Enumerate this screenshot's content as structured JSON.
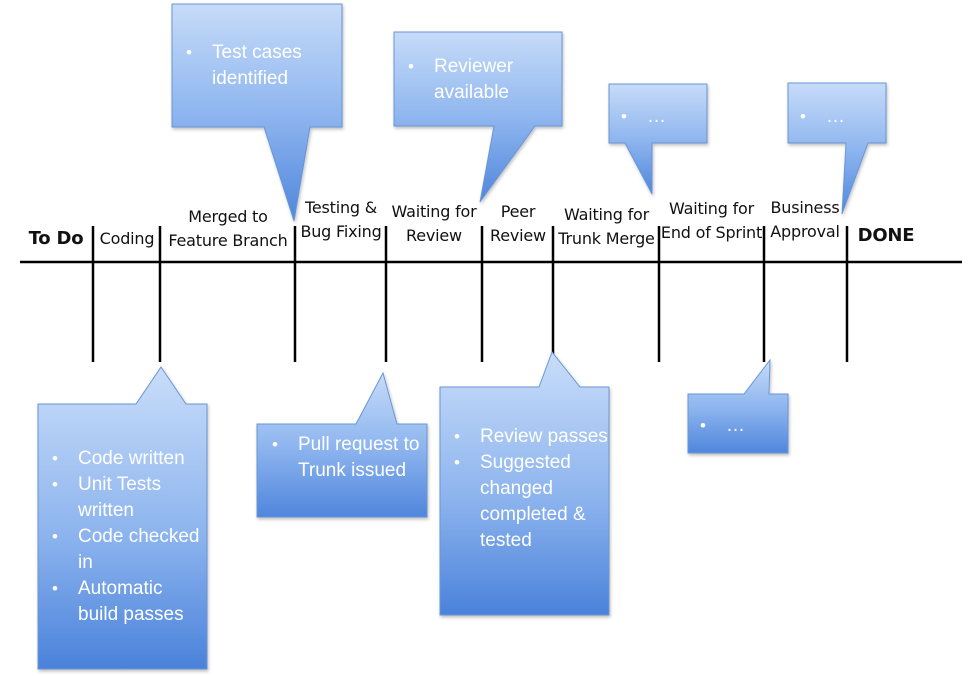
{
  "colors": {
    "callout_top": "#c6dbf8",
    "callout_mid": "#8fb6ef",
    "callout_bottom": "#4f86dc",
    "callout_border": "#6b96d6",
    "text_on_callout": "#ffffff",
    "line": "#000000"
  },
  "stages": [
    {
      "id": "todo",
      "lines": [
        "To Do"
      ],
      "bold": true
    },
    {
      "id": "coding",
      "lines": [
        "Coding"
      ]
    },
    {
      "id": "merged",
      "lines": [
        "Merged to",
        "Feature Branch"
      ]
    },
    {
      "id": "testing",
      "lines": [
        "Testing &",
        "Bug Fixing"
      ]
    },
    {
      "id": "waiting-review",
      "lines": [
        "Waiting for",
        "Review"
      ]
    },
    {
      "id": "peer-review",
      "lines": [
        "Peer",
        "Review"
      ]
    },
    {
      "id": "waiting-trunk",
      "lines": [
        "Waiting for",
        "Trunk Merge"
      ]
    },
    {
      "id": "waiting-sprint",
      "lines": [
        "Waiting for",
        "End of Sprint"
      ]
    },
    {
      "id": "business",
      "lines": [
        "Business",
        "Approval"
      ]
    },
    {
      "id": "done",
      "lines": [
        "DONE"
      ],
      "bold": true
    }
  ],
  "callouts": [
    {
      "id": "test-cases",
      "items": [
        "Test cases identified"
      ]
    },
    {
      "id": "reviewer",
      "items": [
        "Reviewer available"
      ]
    },
    {
      "id": "trunk-merge",
      "items": [
        "…"
      ]
    },
    {
      "id": "business-approval",
      "items": [
        "…"
      ]
    },
    {
      "id": "coding",
      "items": [
        "Code written",
        "Unit Tests written",
        "Code checked in",
        "Automatic build passes"
      ]
    },
    {
      "id": "pull-request",
      "items": [
        "Pull request to Trunk issued"
      ]
    },
    {
      "id": "review",
      "items": [
        "Review passes",
        "Suggested changed completed & tested"
      ]
    },
    {
      "id": "end-of-sprint",
      "items": [
        "…"
      ]
    }
  ]
}
